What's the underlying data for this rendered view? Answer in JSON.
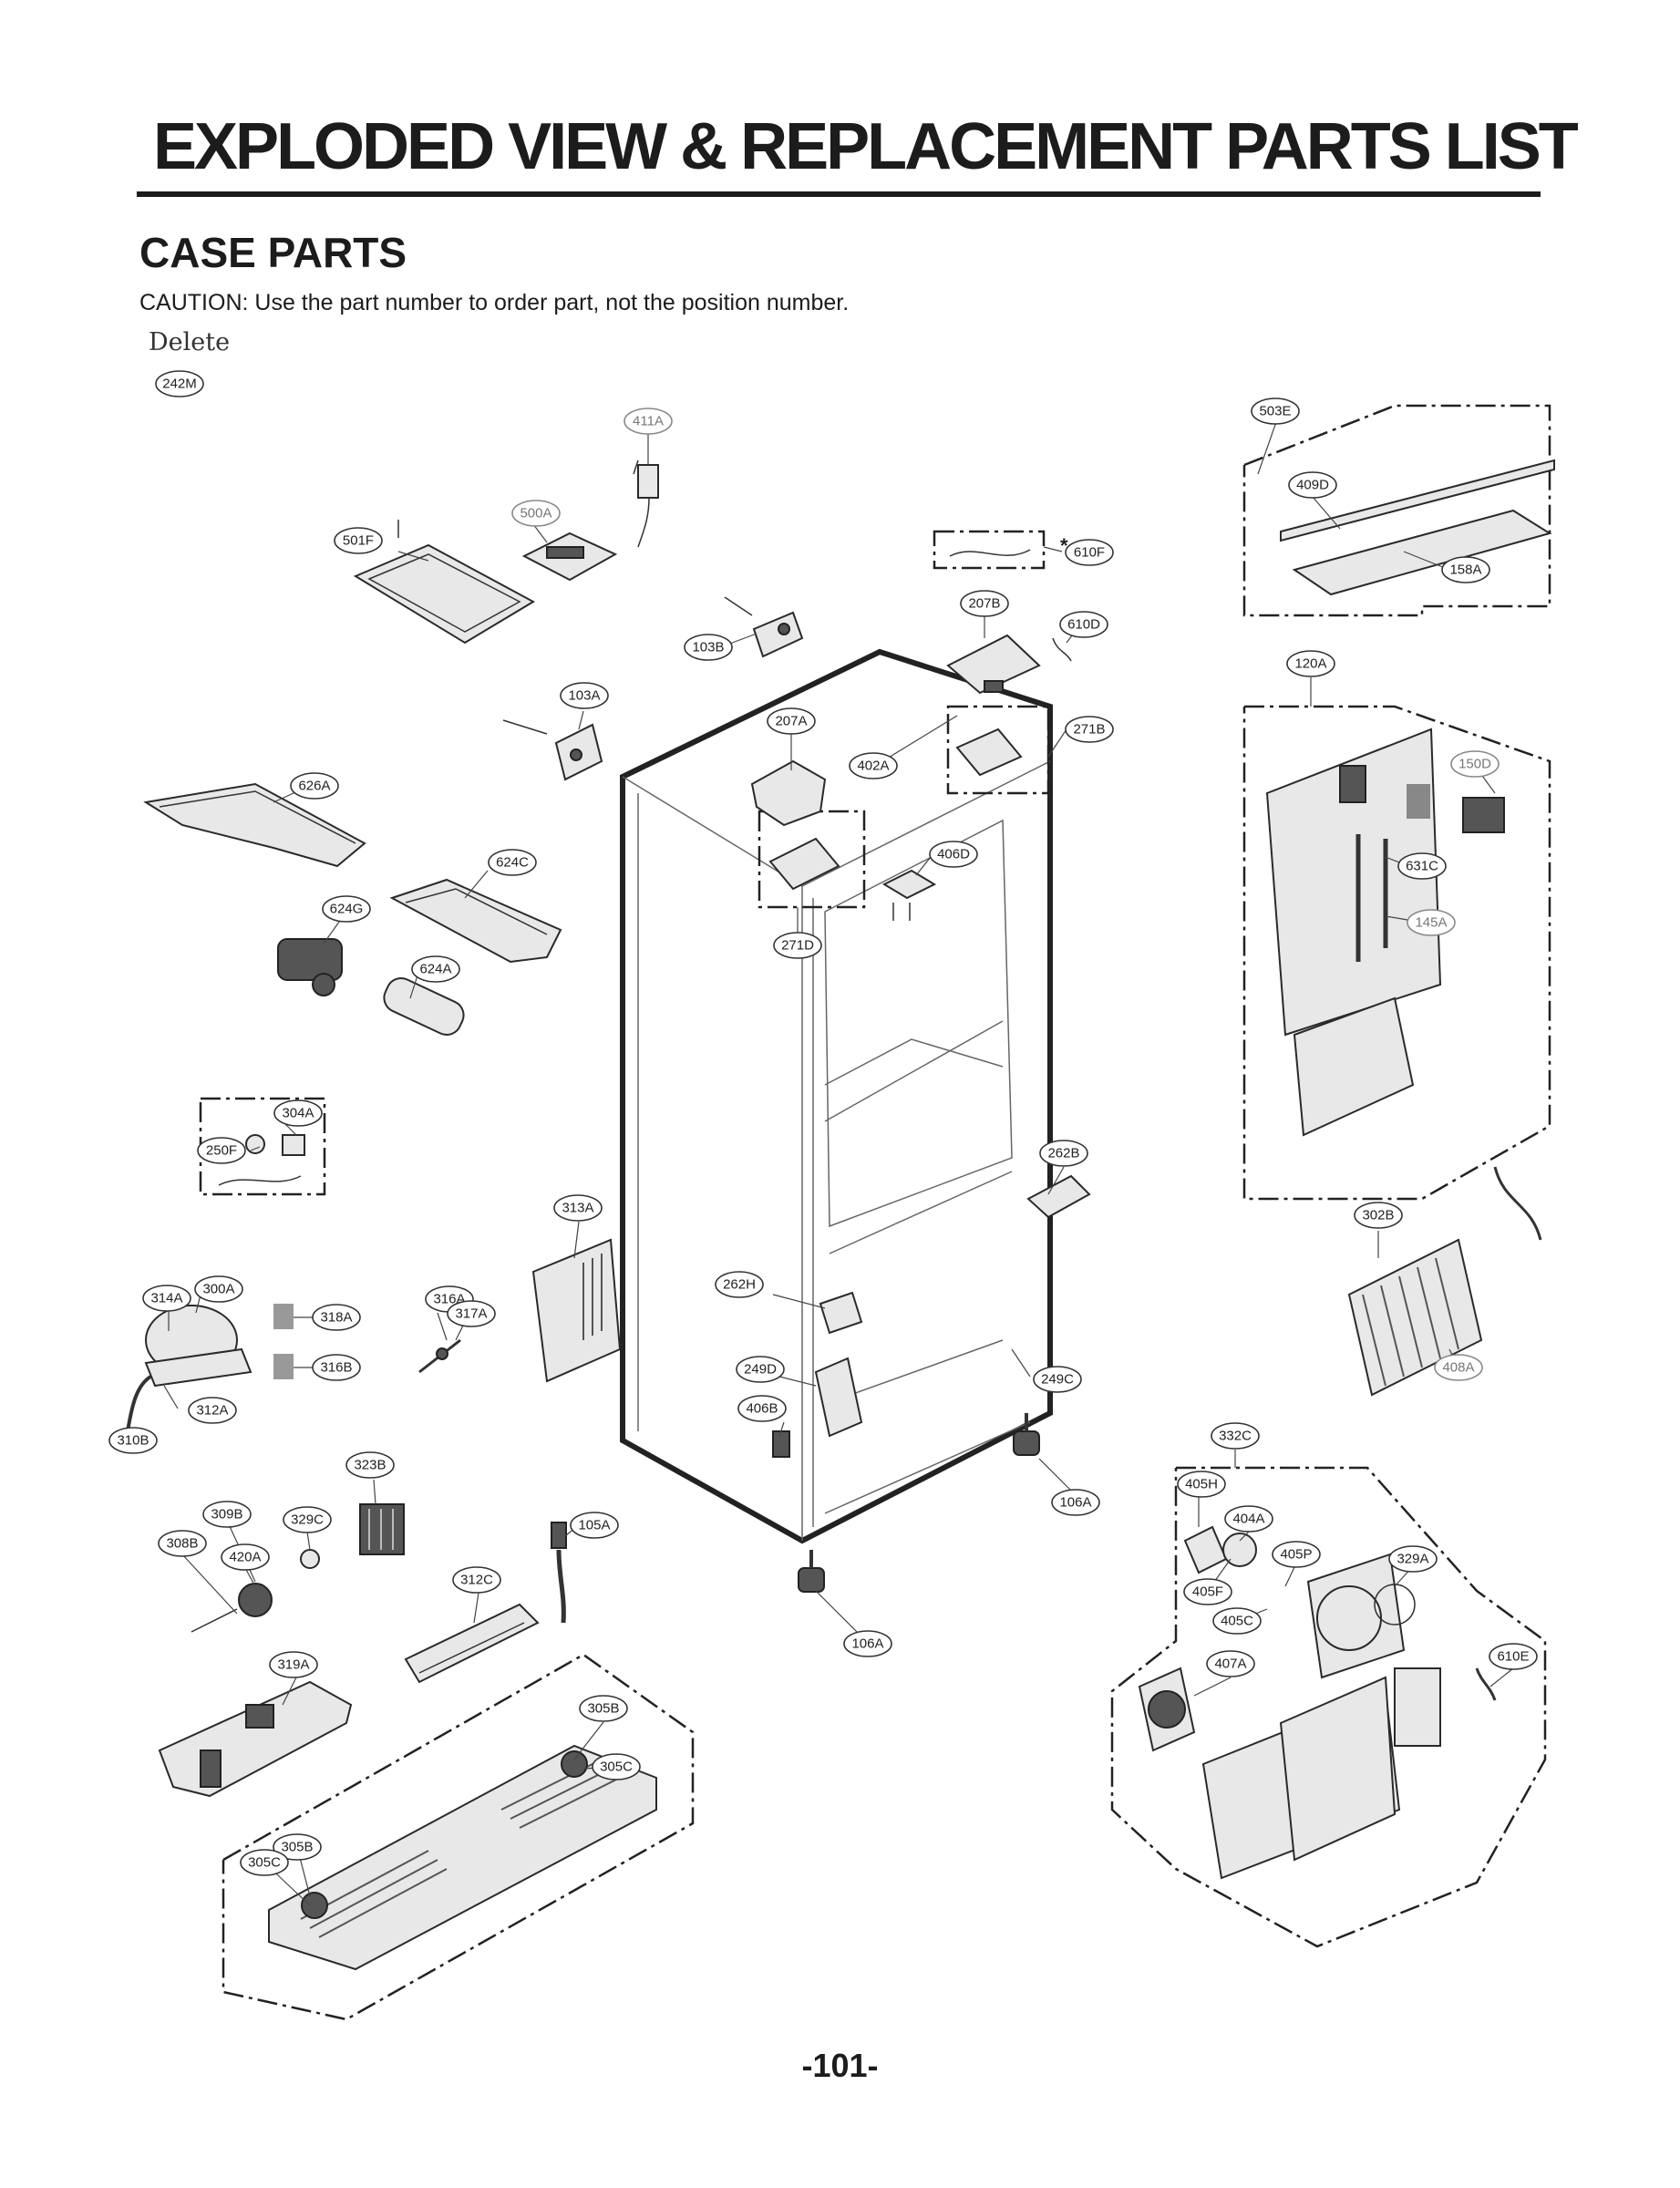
{
  "header": {
    "title": "EXPLODED VIEW & REPLACEMENT PARTS LIST",
    "section": "CASE PARTS",
    "caution": "CAUTION: Use the part number to order part, not the position number.",
    "delete_note": "Delete",
    "delete_part": "242M"
  },
  "footer": {
    "page_number": "-101-"
  },
  "asterisk": "*",
  "parts": [
    {
      "id": "411A"
    },
    {
      "id": "500A"
    },
    {
      "id": "501F"
    },
    {
      "id": "610F"
    },
    {
      "id": "503E"
    },
    {
      "id": "409D"
    },
    {
      "id": "158A"
    },
    {
      "id": "207B"
    },
    {
      "id": "610D"
    },
    {
      "id": "103B"
    },
    {
      "id": "103A"
    },
    {
      "id": "207A"
    },
    {
      "id": "271B"
    },
    {
      "id": "402A"
    },
    {
      "id": "120A"
    },
    {
      "id": "150D"
    },
    {
      "id": "626A"
    },
    {
      "id": "624C"
    },
    {
      "id": "406D"
    },
    {
      "id": "631C"
    },
    {
      "id": "624G"
    },
    {
      "id": "271D"
    },
    {
      "id": "145A"
    },
    {
      "id": "624A"
    },
    {
      "id": "304A"
    },
    {
      "id": "250F"
    },
    {
      "id": "262B"
    },
    {
      "id": "313A"
    },
    {
      "id": "302B"
    },
    {
      "id": "314A"
    },
    {
      "id": "300A"
    },
    {
      "id": "318A"
    },
    {
      "id": "316A"
    },
    {
      "id": "317A"
    },
    {
      "id": "262H"
    },
    {
      "id": "316B"
    },
    {
      "id": "249D"
    },
    {
      "id": "249C"
    },
    {
      "id": "408A"
    },
    {
      "id": "312A"
    },
    {
      "id": "406B"
    },
    {
      "id": "310B"
    },
    {
      "id": "332C"
    },
    {
      "id": "323B"
    },
    {
      "id": "405H"
    },
    {
      "id": "106A"
    },
    {
      "id": "309B"
    },
    {
      "id": "329C"
    },
    {
      "id": "404A"
    },
    {
      "id": "105A"
    },
    {
      "id": "308B"
    },
    {
      "id": "420A"
    },
    {
      "id": "405P"
    },
    {
      "id": "329A"
    },
    {
      "id": "312C"
    },
    {
      "id": "405F"
    },
    {
      "id": "405C"
    },
    {
      "id": "106A"
    },
    {
      "id": "319A"
    },
    {
      "id": "407A"
    },
    {
      "id": "610E"
    },
    {
      "id": "305B"
    },
    {
      "id": "305C"
    },
    {
      "id": "305B"
    },
    {
      "id": "305C"
    }
  ]
}
